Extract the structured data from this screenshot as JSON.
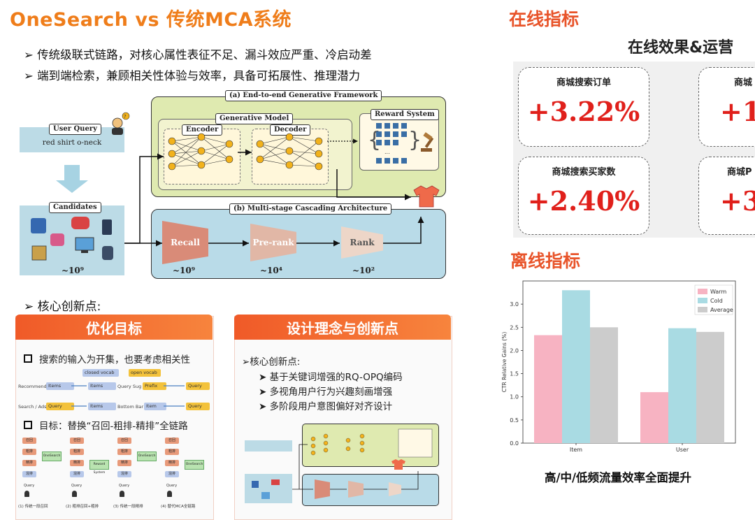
{
  "page": {
    "title": "OneSearch vs 传统MCA系统",
    "bullets": [
      "➢ 传统级联式链路，对核心属性表征不足、漏斗效应严重、冷启动差",
      "➢ 端到端检索，兼顾相关性体验与效率，具备可拓展性、推理潜力"
    ]
  },
  "diagram": {
    "framework_label": "(a) End-to-end Generative Framework",
    "generative_model": "Generative Model",
    "encoder": "Encoder",
    "decoder": "Decoder",
    "reward_system": "Reward System",
    "user_query_label": "User Query",
    "user_query_text": "red shirt o-neck",
    "candidates_label": "Candidates",
    "candidates_count": "~10⁹",
    "mca_label": "(b) Multi-stage Cascading Architecture",
    "recall": "Recall",
    "prerank": "Pre-rank",
    "rank": "Rank",
    "recall_count": "~10⁹",
    "prerank_count": "~10⁴",
    "rank_count": "~10²"
  },
  "innovation": {
    "heading": "➢ 核心创新点:",
    "left_banner": "优化目标",
    "left_items": [
      "搜索的输入为开集，也要考虑相关性",
      "目标：替换“召回-粗排-精排”全链路"
    ],
    "left_legend": [
      "closed vocab",
      "open vocab"
    ],
    "left_rows": [
      {
        "label": "Recommend",
        "a": "Items",
        "b": "Items",
        "c": "Query Sug",
        "d": "Prefix",
        "e": "Query"
      },
      {
        "label": "Search / Ads",
        "a": "Query",
        "b": "Items",
        "c": "Bottom Bar",
        "d": "Item",
        "e": "Query"
      }
    ],
    "flow_captions": [
      "(1) 传统一段召回",
      "(2) 粗排召回+粗排",
      "(3) 传统一段精排",
      "(4) 替代MCA全链路"
    ],
    "flow_box_labels": [
      "召回",
      "粗排",
      "精排",
      "混排",
      "Query",
      "OneSearch",
      "Reward System"
    ],
    "right_banner": "设计理念与创新点",
    "right_heading": "➢核心创新点:",
    "right_items": [
      "➤ 基于关键词增强的RQ-OPQ编码",
      "➤ 多视角用户行为兴趣刻画增强",
      "➤ 多阶段用户意图偏好对齐设计"
    ]
  },
  "online": {
    "heading": "在线指标",
    "subheading": "在线效果&运营",
    "cards": [
      {
        "title": "商城搜索订单",
        "value": "+3.22%"
      },
      {
        "title": "商城",
        "value": "+1."
      },
      {
        "title": "商城搜索买家数",
        "value": "+2.40%"
      },
      {
        "title": "商城P",
        "value": "+3."
      }
    ]
  },
  "offline": {
    "heading": "离线指标",
    "caption": "高/中/低频流量效率全面提升"
  },
  "chart_data": {
    "type": "bar",
    "categories": [
      "Item",
      "User"
    ],
    "series": [
      {
        "name": "Warm",
        "values": [
          2.33,
          1.1
        ]
      },
      {
        "name": "Cold",
        "values": [
          3.3,
          2.48
        ]
      },
      {
        "name": "Average",
        "values": [
          2.5,
          2.4
        ]
      }
    ],
    "colors": [
      "#f7b3c2",
      "#a9dbe3",
      "#cccccc"
    ],
    "ylabel": "CTR Relative Gains (%)",
    "ylim": [
      0,
      3.5
    ],
    "yticks": [
      "0.0",
      "0.5",
      "1.0",
      "1.5",
      "2.0",
      "2.5",
      "3.0"
    ],
    "legend": "top-right"
  }
}
